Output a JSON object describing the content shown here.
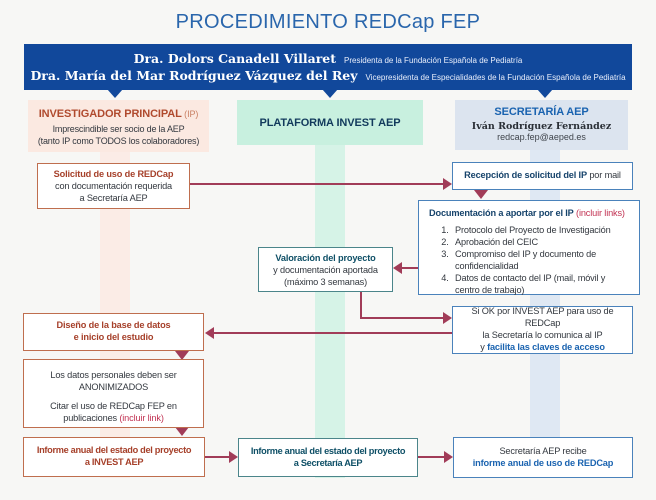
{
  "title": "PROCEDIMIENTO REDCap FEP",
  "banner": {
    "people": [
      {
        "name": "Dra. Dolors Canadell Villaret",
        "role": "Presidenta de la Fundación Española de Pediatría"
      },
      {
        "name": "Dra. María del Mar Rodríguez Vázquez del Rey",
        "role": "Vicepresidenta de Especialidades de la Fundación Española de Pediatría"
      }
    ]
  },
  "columns": {
    "ip": {
      "title": "INVESTIGADOR PRINCIPAL",
      "suffix": " (IP)",
      "note1": "Imprescindible ser socio de la AEP",
      "note2": "(tanto IP como TODOS los colaboradores)"
    },
    "plataforma": {
      "title": "PLATAFORMA INVEST AEP"
    },
    "secretaria": {
      "title": "SECRETARÍA AEP",
      "contact_name": "Iván Rodríguez Fernández",
      "contact_email": "redcap.fep@aeped.es"
    }
  },
  "boxes": {
    "solicitud": {
      "title": "Solicitud de uso de REDCap",
      "line2": "con documentación requerida",
      "line3": "a Secretaría AEP"
    },
    "recepcion": {
      "bold": "Recepción de solicitud del IP",
      "rest": " por mail"
    },
    "documentacion": {
      "bold": "Documentación a aportar por el IP",
      "accent": " (incluir links)",
      "items": [
        "Protocolo del Proyecto de Investigación",
        "Aprobación del CEIC",
        "Compromiso del IP y documento de confidencialidad",
        "Datos de contacto del IP (mail, móvil y centro de trabajo)"
      ]
    },
    "valoracion": {
      "bold": "Valoración del proyecto",
      "line2": "y documentación aportada",
      "line3": "(máximo 3 semanas)"
    },
    "siok": {
      "line1": "Si OK por INVEST AEP para uso de REDCap",
      "line2": "la Secretaría lo comunica al IP",
      "line3_prefix": "y ",
      "line3_bold": "facilita las claves de acceso"
    },
    "diseno": {
      "line1": "Diseño de la base de datos",
      "line2": "e inicio del estudio"
    },
    "anonimizados": {
      "line1": "Los datos personales deben ser",
      "line2": "ANONIMIZADOS",
      "line3": "Citar el uso de REDCap FEP en",
      "line4_prefix": "publicaciones ",
      "line4_accent": "(incluir link)"
    },
    "informe_invest": {
      "line1": "Informe anual del estado del proyecto",
      "line2": "a INVEST AEP"
    },
    "informe_secretaria": {
      "line1": "Informe anual del estado del proyecto",
      "line2": "a Secretaría AEP"
    },
    "recibe": {
      "line1": "Secretaría AEP recibe",
      "bold2": "informe anual de uso de REDCap"
    }
  },
  "colors": {
    "background": "#f7f7f5",
    "banner_blue": "#11489b",
    "title_blue": "#2a66ac",
    "arrow_maroon": "#a13c58",
    "rust_text": "#a6402a",
    "rust_border": "#bf6e4e",
    "navy_text": "#16436b",
    "blue_text": "#1a63b0",
    "blue_border": "#4a82bb",
    "teal_border": "#4b858a",
    "crimson_accent": "#c23353",
    "peach_bg": "#fbe9e1",
    "mint_bg": "#c8f0df",
    "bluegray_bg": "#dce4ef"
  }
}
